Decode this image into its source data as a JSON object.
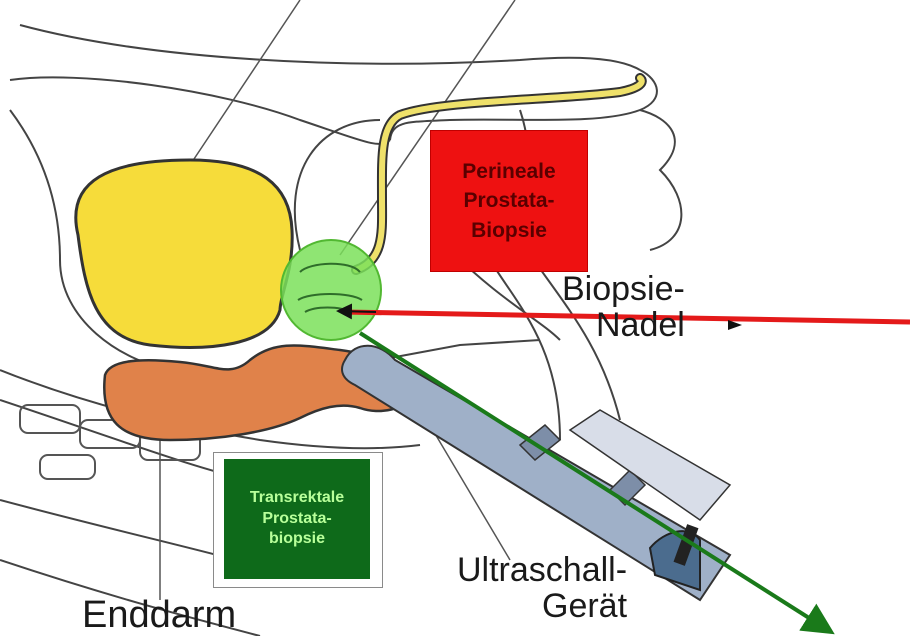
{
  "labels": {
    "biopsie_nadel": [
      "Biopsie-",
      "Nadel"
    ],
    "ultraschall": [
      "Ultraschall-",
      "Gerät"
    ],
    "enddarm": "Enddarm"
  },
  "boxes": {
    "perineal": [
      "Perineale",
      "Prostata-",
      "Biopsie"
    ],
    "transrectal": [
      "Transrektale",
      "Prostata-",
      "biopsie"
    ]
  },
  "colors": {
    "bladder": "#f6dc3a",
    "rectum": "#e0824a",
    "prostate_highlight": "#7be05a",
    "perineal_arrow": "#e41a1a",
    "transrectal_arrow": "#1a7a1a",
    "perineal_box": "#ee1111",
    "transrectal_box": "#0e6a1a",
    "probe": "#9fb0c8"
  },
  "icon": "ultrasound-probe-icon"
}
